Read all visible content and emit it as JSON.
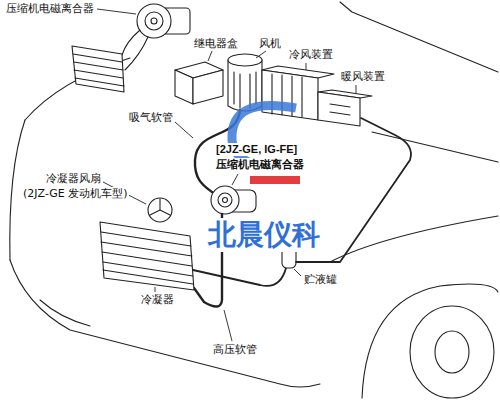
{
  "diagram": {
    "labels": [
      "压缩机电磁离合器",
      "继电器盒",
      "风机",
      "冷风装置",
      "暖风装置",
      "吸气软管",
      "[2JZ-GE, IG-FE]",
      "压缩机电磁离合器",
      "冷凝器风扇",
      "(2JZ-GE 发动机车型)",
      "冷凝器",
      "贮液罐",
      "高压软管",
      "北晨仪科"
    ]
  }
}
